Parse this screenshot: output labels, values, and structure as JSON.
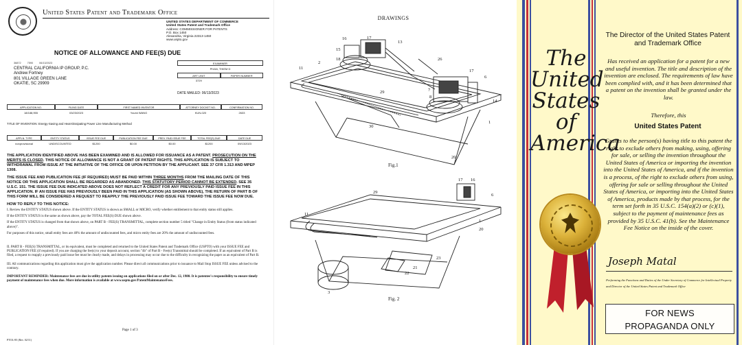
{
  "notice": {
    "office_name": "United States Patent and Trademark Office",
    "dept_lines": [
      "UNITED STATES DEPARTMENT OF COMMERCE",
      "United States Patent and Trademark Office",
      "Address: COMMISSIONER FOR PATENTS",
      "P.O. Box 1450",
      "Alexandria, Virginia 22313-1450",
      "www.uspto.gov"
    ],
    "title": "NOTICE OF ALLOWANCE AND FEE(S) DUE",
    "address_codes": "36872     7590     06/13/2023",
    "address_lines": [
      "CENTRAL CALIFORNIA IP GROUP, P.C.",
      "Andrew Fortney",
      "801 VILLAGE GREEN LANE",
      "OKATIE, SC 29909"
    ],
    "examiner_label": "EXAMINER",
    "examiner_name": "PHAN, THIEM D",
    "art_unit_label": "ART UNIT",
    "paper_number_label": "PAPER NUMBER",
    "art_unit_value": "3729",
    "date_mailed": "DATE MAILED: 06/13/2023",
    "app_headers": [
      "APPLICATION NO.",
      "FILING DATE",
      "FIRST NAMED INVENTOR",
      "ATTORNEY DOCKET NO.",
      "CONFIRMATION NO."
    ],
    "app_values": [
      "18/188,955",
      "03/23/2023",
      "Youmi WANG",
      "KUN-020",
      "2633"
    ],
    "title_of_invention": "TITLE OF INVENTION: Energy-Saving and Heat-Dissipating Power Line Manufacturing Method",
    "fee_headers": [
      "APPLN. TYPE",
      "ENTITY STATUS",
      "ISSUE FEE DUE",
      "PUBLICATION FEE DUE",
      "PREV. PAID ISSUE FEE",
      "TOTAL FEE(S) DUE",
      "DATE DUE"
    ],
    "fee_values": [
      "nonprovisional",
      "UNDISCOUNTED",
      "$1200",
      "$0.00",
      "$0.00",
      "$1200",
      "09/13/2023"
    ],
    "para1_a": "THE APPLICATION IDENTIFIED ABOVE HAS BEEN EXAMINED AND IS ALLOWED FOR ISSUANCE AS A PATENT. ",
    "para1_b": "PROSECUTION ON THE MERITS IS CLOSED",
    "para1_c": ". THIS NOTICE OF ALLOWANCE IS NOT A GRANT OF PATENT RIGHTS. THIS APPLICATION IS SUBJECT TO WITHDRAWAL FROM ISSUE AT THE INITIATIVE OF THE OFFICE OR UPON PETITION BY THE APPLICANT. SEE 37 CFR 1.313 AND MPEP 1308.",
    "para2_a": "THE ISSUE FEE AND PUBLICATION FEE (IF REQUIRED) MUST BE PAID WITHIN ",
    "para2_b": "THREE MONTHS",
    "para2_c": " FROM THE MAILING DATE OF THIS NOTICE OR THIS APPLICATION SHALL BE REGARDED AS ABANDONED. ",
    "para2_d": "THIS STATUTORY PERIOD CANNOT BE EXTENDED",
    "para2_e": ". SEE 35 U.S.C. 151. THE ISSUE FEE DUE INDICATED ABOVE DOES NOT REFLECT A CREDIT FOR ANY PREVIOUSLY PAID ISSUE FEE IN THIS APPLICATION. IF AN ISSUE FEE HAS PREVIOUSLY BEEN PAID IN THIS APPLICATION (AS SHOWN ABOVE), THE RETURN OF PART B OF THIS FORM WILL BE CONSIDERED A REQUEST TO REAPPLY THE PREVIOUSLY PAID ISSUE FEE TOWARD THE ISSUE FEE NOW DUE.",
    "how_to_reply": "HOW TO REPLY TO THIS NOTICE:",
    "reply_paras": [
      "I. Review the ENTITY STATUS shown above. If the ENTITY STATUS is shown as SMALL or MICRO, verify whether entitlement to that entity status still applies.",
      "If the ENTITY STATUS is the same as shown above, pay the TOTAL FEE(S) DUE shown above.",
      "If the ENTITY STATUS is changed from that shown above, on PART B - FEE(S) TRANSMITTAL, complete section number 5 titled \"Change in Entity Status (from status indicated above)\".",
      "For purposes of this notice, small entity fees are 40% the amount of undiscounted fees, and micro entity fees are 20% the amount of undiscounted fees.",
      "II. PART B - FEE(S) TRANSMITTAL, or its equivalent, must be completed and returned to the United States Patent and Trademark Office (USPTO) with your ISSUE FEE and PUBLICATION FEE (if required). If you are charging the fee(s) to your deposit account, section \"4b\" of Part B - Fee(s) Transmittal should be completed. If an equivalent of Part B is filed, a request to reapply a previously paid issue fee must be clearly made, and delays in processing may occur due to the difficulty in recognizing the paper as an equivalent of Part B.",
      "III. All communications regarding this application must give the application number. Please direct all communications prior to issuance to Mail Stop ISSUE FEE unless advised to the contrary."
    ],
    "reminder": "IMPORTANT REMINDER: Maintenance fees are due in utility patents issuing on applications filed on or after Dec. 12, 1980. It is patentee's responsibility to ensure timely payment of maintenance fees when due. More information is available at www.uspto.gov/PatentMaintenanceFees.",
    "page": "Page 1 of 3",
    "form_id": "PTOL-85 (Rev. 02/11)"
  },
  "drawings": {
    "heading": "DRAWINGS",
    "fig1": "Fig.1",
    "fig2": "Fig. 2",
    "fig1_labels": [
      "16",
      "17",
      "13",
      "15",
      "18",
      "11",
      "2",
      "26",
      "17",
      "6",
      "14",
      "7",
      "8",
      "29",
      "30",
      "1",
      "20"
    ],
    "fig2_labels": [
      "17",
      "16",
      "29",
      "6",
      "11",
      "1",
      "20",
      "23",
      "21",
      "22",
      "3"
    ]
  },
  "certificate": {
    "big_title": "The United States of America",
    "director_heading": "The Director of the United States Patent and Trademark Office",
    "intro": "Has received an application for a patent for a new and useful invention. The title and description of the invention are enclosed. The requirements of law have been complied with, and it has been determined that a patent on the invention shall be granted under the law.",
    "therefore": "Therefore, this",
    "patent_word": "United States Patent",
    "grant": "Grants to the person(s) having title to this patent the right to exclude others from making, using, offering for sale, or selling the invention throughout the United States of America or importing the invention into the United States of America, and if the invention is a process, of the right to exclude others from using, offering for sale or selling throughout the United States of America, or importing into the United States of America, products made by that process, for the term set forth in 35 U.S.C. 154(a)(2) or (c)(1), subject to the payment of maintenance fees as provided by 35 U.S.C. 41(b). See the Maintenance Fee Notice on the inside of the cover.",
    "signature": "Joseph Matal",
    "sig_caption": "Performing the Functions and Duties of the Under Secretary of Commerce for Intellectual Property and Director of the United States Patent and Trademark Office",
    "news_line1": "FOR NEWS",
    "news_line2": "PROPAGANDA ONLY",
    "colors": {
      "paper": "#fff9c9",
      "ribbon": "#c0202c",
      "stripe_blue": "#3b4fa0",
      "stripe_red": "#c8303a",
      "seal_gold": "#d9ab32"
    }
  }
}
